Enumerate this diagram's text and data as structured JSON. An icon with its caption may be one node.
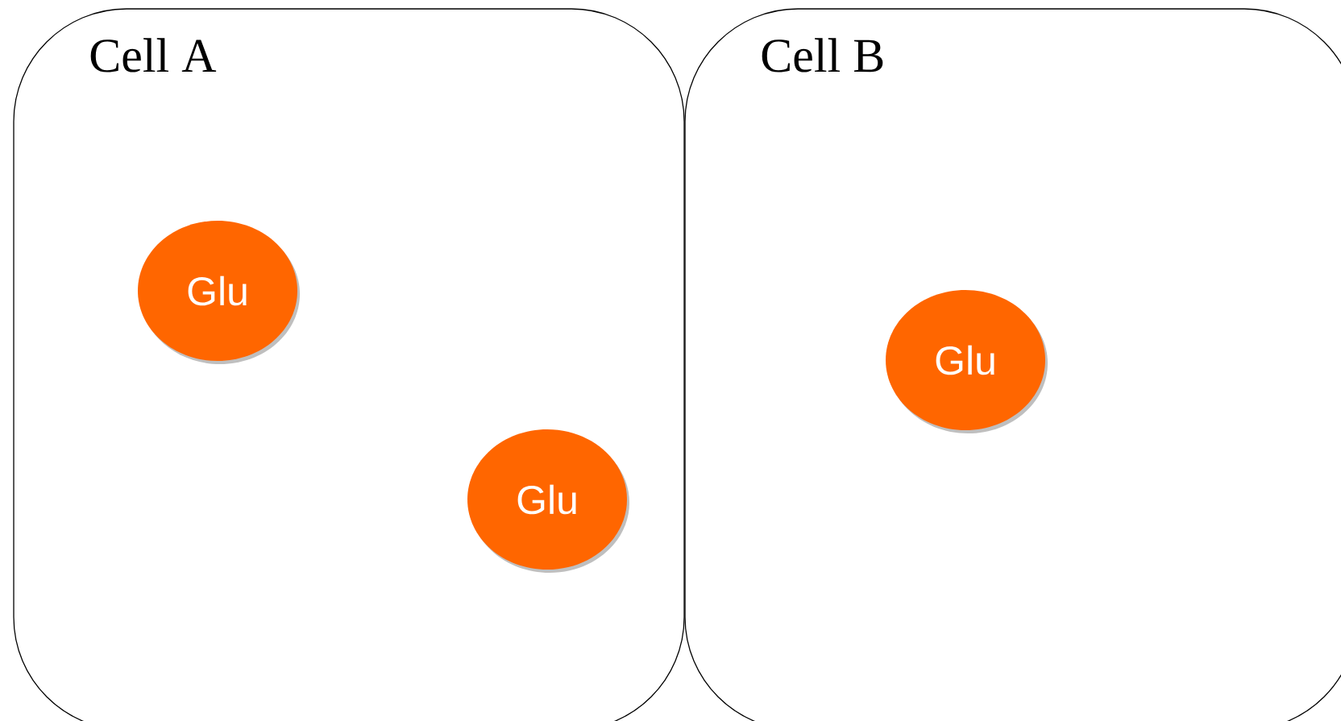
{
  "diagram": {
    "nodes": [
      {
        "text": [
          "Cell A"
        ]
      },
      {
        "text": [
          "Cell B"
        ]
      },
      {
        "text": [
          "Glu"
        ],
        "in": 0
      },
      {
        "text": [
          "Glu"
        ],
        "in": 0
      },
      {
        "text": [
          "Glu"
        ],
        "in": 1
      }
    ]
  }
}
